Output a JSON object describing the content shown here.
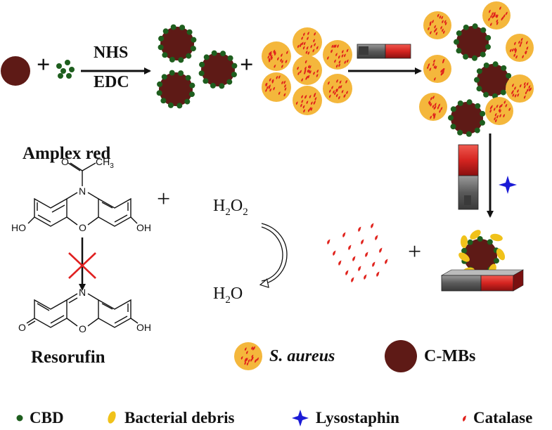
{
  "step1": {
    "reagent_top": "NHS",
    "reagent_bottom": "EDC",
    "plus_1": "+",
    "plus_2": "+"
  },
  "assay": {
    "amplex_label": "Amplex red",
    "resorufin_label": "Resorufin",
    "plus": "+",
    "h2o2": {
      "main": "H",
      "sub1": "2",
      "mid": "O",
      "sub2": "2"
    },
    "h2o": {
      "main": "H",
      "sub": "2",
      "end": "O"
    },
    "atoms": {
      "ch3": "CH",
      "ch3_sub": "3",
      "o_carbonyl": "O",
      "n_amplex": "N",
      "o_ring_amplex": "O",
      "ho_left": "HO",
      "oh_right_amplex": "OH",
      "n_resorufin": "N",
      "o_ring_resorufin": "O",
      "o_keto": "O",
      "oh_right_resorufin": "OH"
    }
  },
  "result": {
    "plus": "+"
  },
  "species_legend": {
    "s_aureus": "S. aureus",
    "c_mbs": "C-MBs"
  },
  "bottom_legend": {
    "cbd": "CBD",
    "debris": "Bacterial debris",
    "lysostaphin": "Lysostaphin",
    "catalase": "Catalase"
  },
  "colors": {
    "bead": "#5e1a16",
    "cbd": "#1e5e1e",
    "bacterium": "#f4b73c",
    "catalase": "#e0221c",
    "debris": "#f0c21a",
    "lysostaphin": "#1b1bd6",
    "magnet_red": "#d42420",
    "magnet_grey": "#6a6a6a",
    "cross": "#e02020"
  }
}
